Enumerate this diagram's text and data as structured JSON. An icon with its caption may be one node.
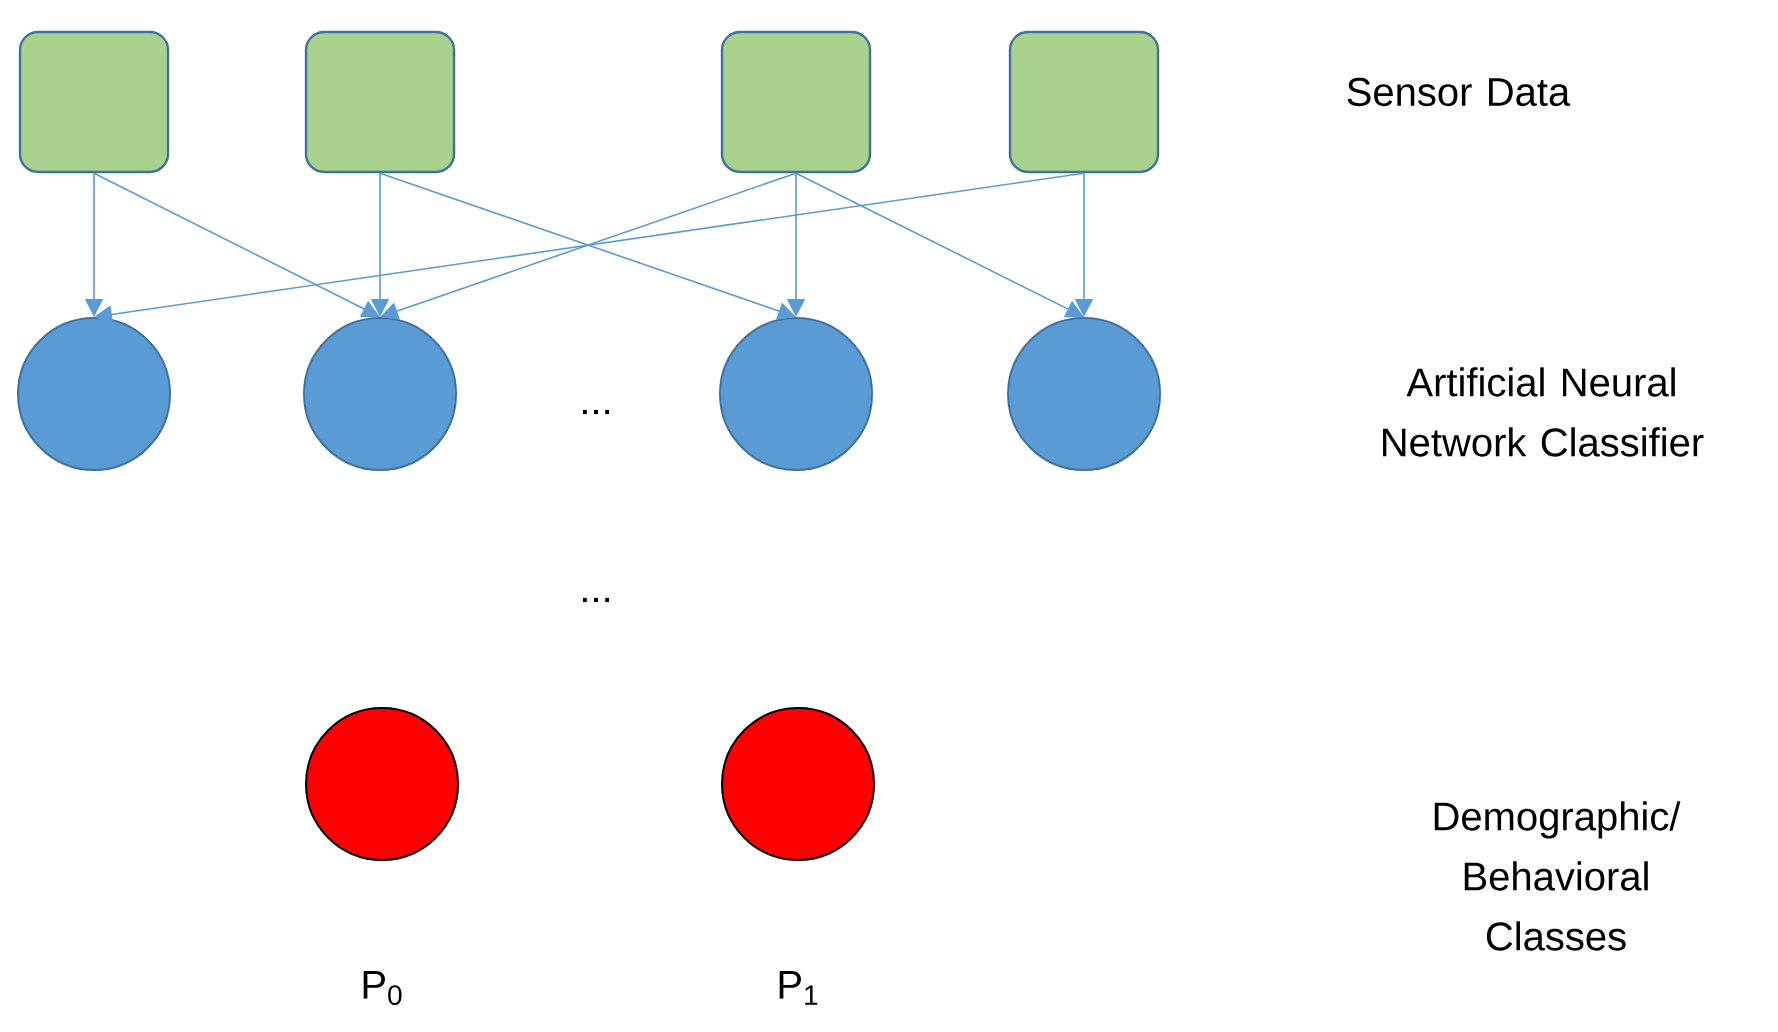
{
  "diagram": {
    "nodes": [
      {
        "text": [],
        "shape": "box"
      },
      {
        "text": [],
        "shape": "box"
      },
      {
        "text": [],
        "shape": "box"
      },
      {
        "text": [],
        "shape": "box"
      },
      {
        "text": [],
        "shape": "circle"
      },
      {
        "text": [],
        "shape": "circle"
      },
      {
        "text": [],
        "shape": "circle"
      },
      {
        "text": [],
        "shape": "circle"
      },
      {
        "text": [],
        "shape": "circle",
        "beside": [
          "P$_{0}$"
        ]
      },
      {
        "text": [],
        "shape": "circle",
        "beside": [
          "P$_{1}$"
        ]
      }
    ],
    "edges": [
      {
        "from": 0,
        "to": 4,
        "arrow": "to"
      },
      {
        "from": 0,
        "to": 5,
        "arrow": "to"
      },
      {
        "from": 1,
        "to": 5,
        "arrow": "to"
      },
      {
        "from": 1,
        "to": 6,
        "arrow": "to"
      },
      {
        "from": 2,
        "to": 5,
        "arrow": "to"
      },
      {
        "from": 2,
        "to": 6,
        "arrow": "to"
      },
      {
        "from": 2,
        "to": 7,
        "arrow": "to"
      },
      {
        "from": 3,
        "to": 4,
        "arrow": "to"
      },
      {
        "from": 3,
        "to": 7,
        "arrow": "to"
      }
    ],
    "labels": [
      "Sensor Data",
      "Artificial Neural Network Classifier",
      "...",
      "...",
      "Demographic/ Behavioral Classes"
    ]
  }
}
